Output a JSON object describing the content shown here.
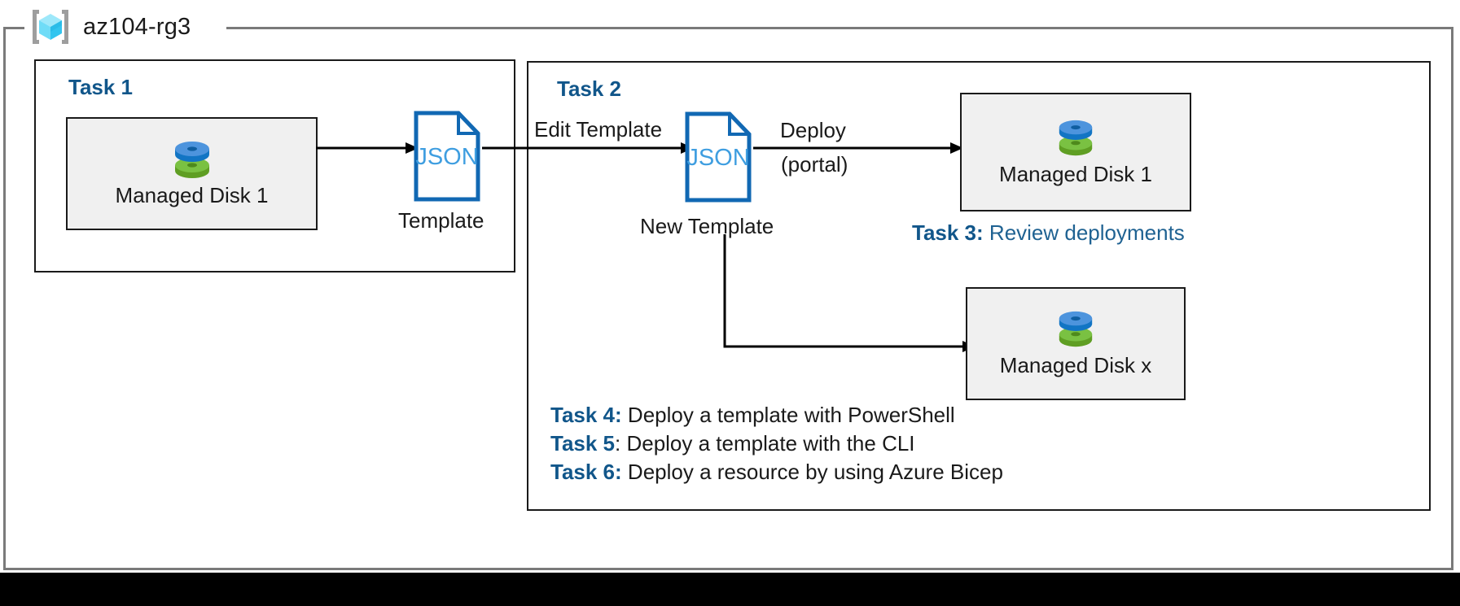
{
  "diagram": {
    "resource_group": {
      "name": "az104-rg3",
      "icon": "azure-resource-group-icon"
    },
    "task1": {
      "heading": "Task 1",
      "resource": {
        "label": "Managed Disk 1",
        "icon": "managed-disk-icon"
      },
      "template": {
        "file_type": "JSON",
        "caption": "Template",
        "icon": "json-file-icon"
      }
    },
    "task2": {
      "heading": "Task 2",
      "edge_label": "Edit Template",
      "new_template": {
        "file_type": "JSON",
        "caption": "New Template",
        "icon": "json-file-icon"
      },
      "deploy_label_line1": "Deploy",
      "deploy_label_line2": "(portal)",
      "result_disk_1": {
        "label": "Managed Disk 1",
        "icon": "managed-disk-icon"
      },
      "result_disk_x": {
        "label": "Managed Disk x",
        "icon": "managed-disk-icon"
      }
    },
    "notes": {
      "task3": {
        "key": "Task 3:",
        "value": " Review deployments"
      },
      "task4": {
        "key": "Task 4:",
        "value": " Deploy a template with PowerShell"
      },
      "task5": {
        "key": "Task 5",
        "value": ": Deploy a template with the CLI"
      },
      "task6": {
        "key": "Task 6:",
        "value": " Deploy a resource by using Azure Bicep"
      }
    },
    "colors": {
      "accent_blue": "#11568a",
      "note_blue": "#1f6292",
      "json_outline": "#1168b3",
      "json_text": "#3f9ee0",
      "disk_blue": "#3f8fd8",
      "disk_green": "#74bb2e",
      "frame_gray": "#7a7a7a",
      "tile_fill": "#f0f0f0",
      "cube_cyan": "#5fd8f5"
    }
  }
}
